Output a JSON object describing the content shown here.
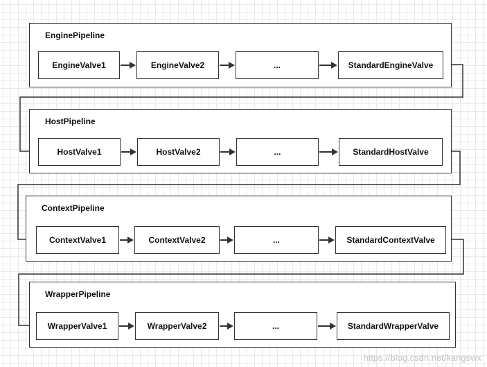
{
  "pipelines": [
    {
      "title": "EnginePipeline",
      "valves": [
        "EngineValve1",
        "EngineValve2",
        "...",
        "StandardEngineValve"
      ]
    },
    {
      "title": "HostPipeline",
      "valves": [
        "HostValve1",
        "HostValve2",
        "...",
        "StandardHostValve"
      ]
    },
    {
      "title": "ContextPipeline",
      "valves": [
        "ContextValve1",
        "ContextValve2",
        "...",
        "StandardContextValve"
      ]
    },
    {
      "title": "WrapperPipeline",
      "valves": [
        "WrapperValve1",
        "WrapperValve2",
        "...",
        "StandardWrapperValve"
      ]
    }
  ],
  "watermark": "https://blog.csdn.net/kangswx",
  "colors": {
    "line": "#333333",
    "grid": "#e9e9e9",
    "watermark": "#c2c2c2"
  }
}
